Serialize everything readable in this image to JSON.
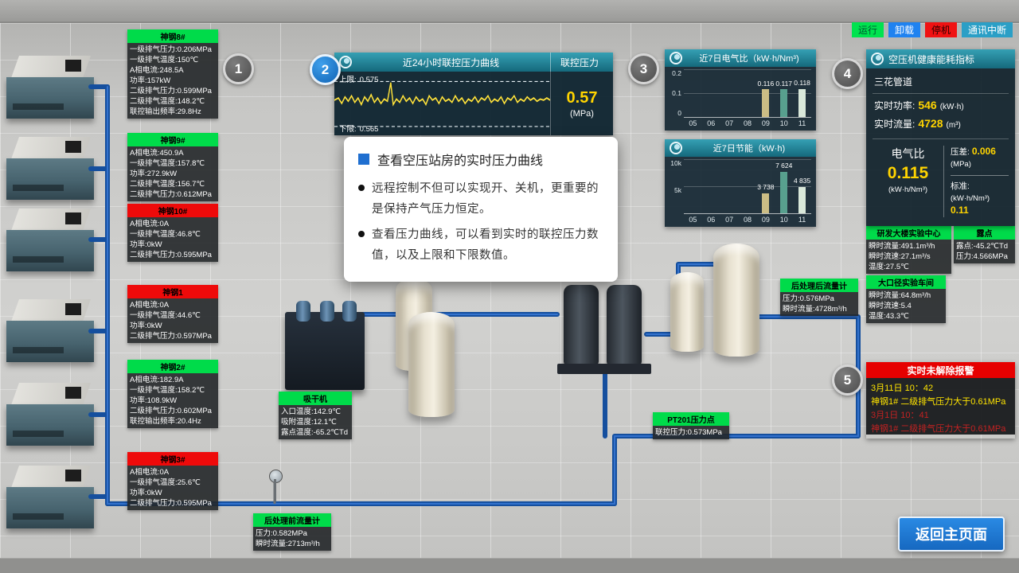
{
  "status_bar": {
    "run": "运行",
    "unload": "卸载",
    "stop": "停机",
    "comm": "通讯中断"
  },
  "steps": [
    "1",
    "2",
    "3",
    "4",
    "5"
  ],
  "pressure_panel": {
    "title": "近24小时联控压力曲线",
    "value_title": "联控压力",
    "upper_label": "上限:",
    "upper_value": "0.575",
    "lower_label": "下限:",
    "lower_value": "0.565",
    "current_value": "0.57",
    "unit": "(MPa)"
  },
  "tooltip": {
    "title": "查看空压站房的实时压力曲线",
    "bullets": [
      "远程控制不但可以实现开、关机，更重要的是保持产气压力恒定。",
      "查看压力曲线，可以看到实时的联控压力数值，以及上限和下限数值。"
    ]
  },
  "chart_data": [
    {
      "type": "bar",
      "title": "近7日电气比（kW·h/Nm³)",
      "categories": [
        "05",
        "06",
        "07",
        "08",
        "09",
        "10",
        "11"
      ],
      "values": [
        null,
        null,
        null,
        null,
        0.116,
        0.117,
        0.118
      ],
      "bar_labels": [
        "0.116",
        "0.117",
        "0.118"
      ],
      "ylim": [
        0,
        0.2
      ],
      "yticks": [
        "0.2",
        "0.1",
        "0"
      ],
      "grid": true,
      "legend": false
    },
    {
      "type": "bar",
      "title": "近7日节能（kW·h)",
      "categories": [
        "05",
        "06",
        "07",
        "08",
        "09",
        "10",
        "11"
      ],
      "values": [
        null,
        null,
        null,
        null,
        3738,
        7624,
        4835
      ],
      "bar_labels": [
        "3 738",
        "7 624",
        "4 835"
      ],
      "ylim": [
        0,
        10000
      ],
      "yticks": [
        "10k",
        "5k",
        ""
      ],
      "grid": true,
      "legend": false
    }
  ],
  "health": {
    "title": "空压机健康能耗指标",
    "pipeline": "三花管道",
    "power_label": "实时功率:",
    "power_value": "546",
    "power_unit": "(kW·h)",
    "flow_label": "实时流量:",
    "flow_value": "4728",
    "flow_unit": "(m³)",
    "ratio_label": "电气比",
    "ratio_value": "0.115",
    "ratio_unit": "(kW·h/Nm³)",
    "diff_label": "压差:",
    "diff_value": "0.006",
    "diff_unit": "(MPa)",
    "std_label": "标准:",
    "std_unit": "(kW·h/Nm³)",
    "std_value": "0.11"
  },
  "side_panels": [
    {
      "title": "研发大楼实验中心",
      "rows": [
        "瞬时流量:491.1m³/h",
        "瞬时流速:27.1m³/s",
        "温度:27.5℃"
      ]
    },
    {
      "title": "露点",
      "rows": [
        "露点:-45.2℃Td",
        "压力:4.566MPa"
      ]
    },
    {
      "title": "大口径实验车间",
      "rows": [
        "瞬时流量:64.8m³/h",
        "瞬时流速:5.4",
        "温度:43.3℃"
      ]
    }
  ],
  "alarm": {
    "title": "实时未解除报警",
    "entries": [
      {
        "time": "3月11日 10：42",
        "text": "神钢1# 二级排气压力大于0.61MPa"
      },
      {
        "time": "3月1日 10：41",
        "text": "神钢1# 二级排气压力大于0.61MPa"
      }
    ]
  },
  "equipment_labels": [
    {
      "title": "吸干机",
      "rows": [
        "入口温度:142.9℃",
        "吸附温度:12.1℃",
        "露点温度:-65.2℃Td"
      ]
    },
    {
      "title": "后处理前流量计",
      "rows": [
        "压力:0.582MPa",
        "瞬时流量:2713m³/h"
      ]
    },
    {
      "title": "后处理后流量计",
      "rows": [
        "压力:0.576MPa",
        "瞬时流量:4728m³/h"
      ]
    },
    {
      "title": "PT201压力点",
      "rows": [
        "联控压力:0.573MPa"
      ]
    }
  ],
  "compressors": [
    {
      "name": "神钢8#",
      "status": "运行",
      "lines": [
        "一级排气压力:0.206MPa",
        "一级排气温度:150℃",
        "A相电流:248.5A",
        "功率:157kW",
        "二级排气压力:0.599MPa",
        "二级排气温度:148.2℃",
        "联控输出频率:29.8Hz"
      ]
    },
    {
      "name": "神钢9#",
      "status": "运行",
      "lines": [
        "A相电流:450.9A",
        "一级排气温度:157.8℃",
        "功率:272.9kW",
        "二级排气温度:156.7℃",
        "二级排气压力:0.612MPa"
      ]
    },
    {
      "name": "神钢10#",
      "status": "停机",
      "lines": [
        "A相电流:0A",
        "一级排气温度:46.8℃",
        "功率:0kW",
        "二级排气压力:0.595MPa"
      ]
    },
    {
      "name": "神钢1",
      "status": "停机",
      "lines": [
        "A相电流:0A",
        "一级排气温度:44.6℃",
        "功率:0kW",
        "二级排气压力:0.597MPa"
      ]
    },
    {
      "name": "神钢2#",
      "status": "运行",
      "lines": [
        "A相电流:182.9A",
        "一级排气温度:158.2℃",
        "功率:108.9kW",
        "二级排气压力:0.602MPa",
        "联控输出频率:20.4Hz"
      ]
    },
    {
      "name": "神钢3#",
      "status": "停机",
      "lines": [
        "A相电流:0A",
        "一级排气温度:25.6℃",
        "功率:0kW",
        "二级排气压力:0.595MPa"
      ]
    }
  ],
  "back_button": "返回主页面",
  "colors": {
    "run_green": "#00db4a",
    "stop_red": "#ee0a0a",
    "accent_blue": "#1f6fd0",
    "header_teal": "#1d7f93",
    "value_yellow": "#ffd400"
  }
}
